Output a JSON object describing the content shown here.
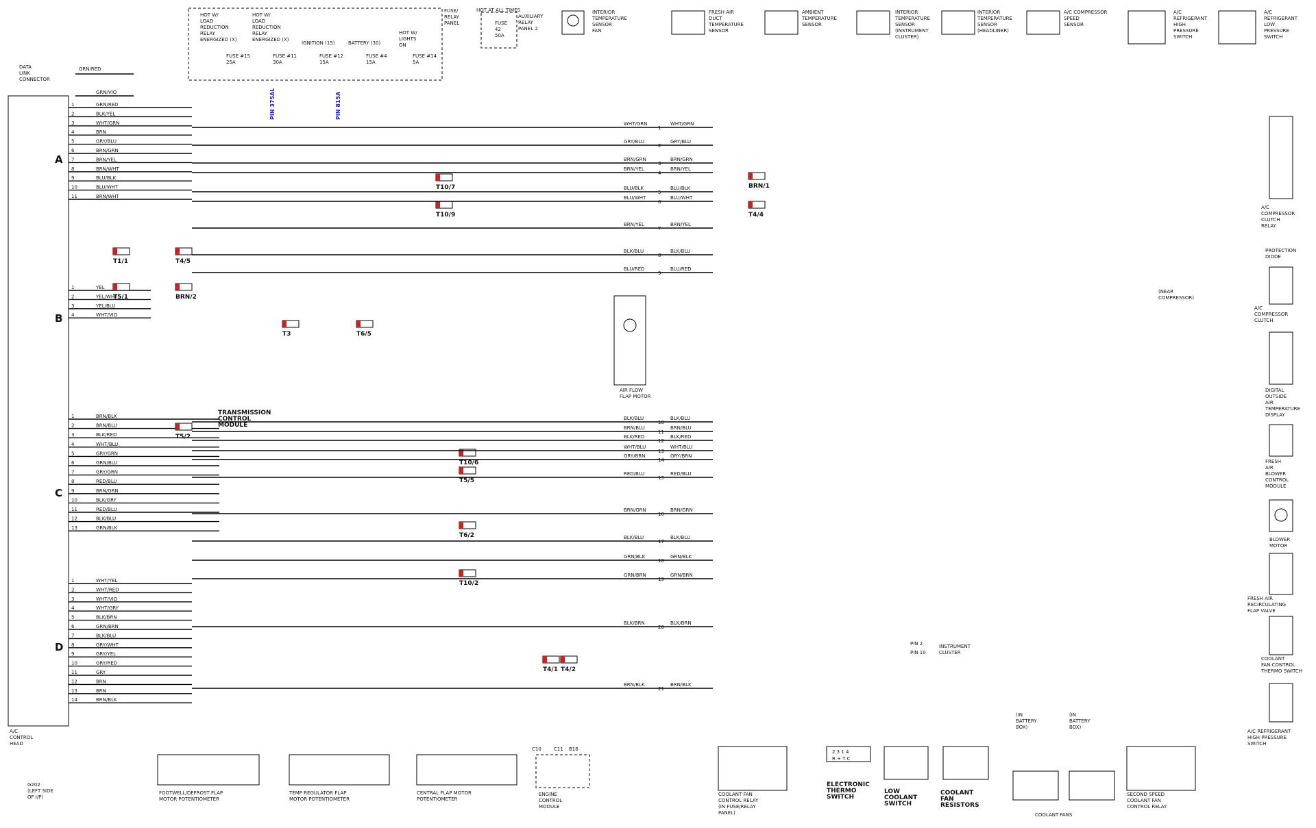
{
  "head": {
    "pins_a": [
      "GRN/RED",
      "BLK/YEL",
      "WHT/GRN",
      "BRN",
      "GRY/BLU",
      "BRN/GRN",
      "BRN/YEL",
      "BRN/WHT",
      "BLU/BLK",
      "BLU/WHT",
      "BRN/WHT"
    ],
    "pins_b": [
      "YEL",
      "YEL/WHT",
      "YEL/BLU",
      "WHT/VIO"
    ],
    "pins_c": [
      "BRN/BLK",
      "BRN/BLU",
      "BLK/RED",
      "WHT/BLU",
      "GRY/GRN",
      "GRN/BLU",
      "GRY/GRN",
      "RED/BLU",
      "BRN/GRN",
      "BLK/GRY",
      "RED/BLU",
      "BLK/BLU",
      "GRN/BLK"
    ],
    "pins_d": [
      "WHT/YEL",
      "WHT/RED",
      "WHT/VIO",
      "WHT/GRY",
      "BLK/BRN",
      "GRN/BRN",
      "BLK/BLU",
      "GRY/WHT",
      "GRY/YEL",
      "GRY/RED",
      "GRY",
      "BRN",
      "BRN",
      "BRN/BLK"
    ]
  },
  "labels": {
    "sec_a": "A",
    "sec_b": "B",
    "sec_c": "C",
    "sec_d": "D",
    "dlc": "DATA\nLINK\nCONNECTOR",
    "dlc_wire": "GRN/RED",
    "head_top": "GRN/VIO",
    "ac_head": "A/C\nCONTROL\nHEAD",
    "fuse_panel": "FUSE/\nRELAY\nPANEL",
    "hot1": "HOT W/\nLOAD\nREDUCTION\nRELAY\nENERGIZED (X)",
    "hot2": "HOT W/\nLOAD\nREDUCTION\nRELAY\nENERGIZED (X)",
    "ign": "IGNITION (15)",
    "bat": "BATTERY (30)",
    "lights": "HOT W/\nLIGHTS\nON",
    "f15": "FUSE #15\n25A",
    "f11": "FUSE #11\n30A",
    "f12": "FUSE #12\n15A",
    "f4": "FUSE #4\n15A",
    "f14": "FUSE #14\n5A",
    "hot_all": "HOT AT ALL TIMES",
    "fuse42": "FUSE\n42\n50A",
    "aux": "AUXILIARY\nRELAY\nPANEL 2",
    "itsf": "INTERIOR\nTEMPERATURE\nSENSOR\nFAN",
    "pin375": "PIN 375AL",
    "pin815": "PIN 815A",
    "fresh_duct": "FRESH AIR\nDUCT\nTEMPERATURE\nSENSOR",
    "ambient": "AMBIENT\nTEMPERATURE\nSENSOR",
    "int_cluster": "INTERIOR\nTEMPERATURE\nSENSOR\n(INSTRUMENT\nCLUSTER)",
    "int_head": "INTERIOR\nTEMPERATURE\nSENSOR\n(HEADLINER)",
    "comp_speed": "A/C COMPRESSOR\nSPEED\nSENSOR",
    "high_sw": "A/C\nREFRIGERANT\nHIGH\nPRESSURE\nSWITCH",
    "low_sw": "A/C\nREFRIGERANT\nLOW\nPRESSURE\nSWITCH",
    "clutch_relay": "A/C\nCOMPRESSOR\nCLUTCH\nRELAY",
    "diode": "PROTECTION\nDIODE",
    "near_comp": "(NEAR\nCOMPRESSOR)",
    "clutch": "A/C\nCOMPRESSOR\nCLUTCH",
    "digital": "DIGITAL\nOUTSIDE\nAIR\nTEMPERATURE\nDISPLAY",
    "blower_mod": "FRESH\nAIR\nBLOWER\nCONTROL\nMODULE",
    "blower": "BLOWER\nMOTOR",
    "recirc": "FRESH AIR\nRECIRCULATING\nFLAP VALVE",
    "fan_thermo": "COOLANT\nFAN CONTROL\nTHERMO SWITCH",
    "high_fan_sw": "A/C REFRIGERANT\nHIGH PRESSURE\nSWITCH",
    "airflow": "AIR FLOW\nFLAP MOTOR",
    "tcm": "TRANSMISSION\nCONTROL\nMODULE",
    "g202_left": "G202\n(LEFT SIDE\nOF I/P)",
    "foot": "FOOTWELL/DEFROST FLAP\nMOTOR POTENTIOMETER",
    "temp_reg": "TEMP REGULATOR FLAP\nMOTOR POTENTIOMETER",
    "central": "CENTRAL FLAP MOTOR\nPOTENTIOMETER",
    "ecm": "ENGINE\nCONTROL\nMODULE",
    "fan_relay": "COOLANT FAN\nCONTROL RELAY\n(IN FUSE/RELAY\nPANEL)",
    "eth": "ELECTRONIC\nTHERMO\nSWITCH",
    "lcs": "LOW\nCOOLANT\nSWITCH",
    "cfr": "COOLANT\nFAN\nRESISTORS",
    "fans": "COOLANT FANS",
    "in_batt": "(IN\nBATTERY\nBOX)",
    "second": "SECOND SPEED\nCOOLANT FAN\nCONTROL RELAY",
    "pin2": "PIN 2",
    "pin10": "PIN 10",
    "cluster": "INSTRUMENT\nCLUSTER",
    "eth_pins": "2  3  1  4",
    "eth_pins2": "R  +  T  C",
    "c10": "C10",
    "c11": "C11",
    "b16": "B16"
  },
  "connectors": [
    "T10/7",
    "T10/9",
    "BRN/1",
    "T4/4",
    "T1/1",
    "T4/5",
    "T5/1",
    "BRN/2",
    "T3",
    "T6/5",
    "T5/2",
    "T10/6",
    "T5/5",
    "T6/2",
    "T10/2",
    "T4/1",
    "T4/2"
  ],
  "wires_right": [
    {
      "n": "1",
      "c": "WHT/GRN"
    },
    {
      "n": "2",
      "c": "GRY/BLU"
    },
    {
      "n": "3",
      "c": "BRN/GRN"
    },
    {
      "n": "4",
      "c": "BRN/YEL"
    },
    {
      "n": "5",
      "c": "BLU/BLK"
    },
    {
      "n": "6",
      "c": "BLU/WHT"
    },
    {
      "n": "7",
      "c": "BRN/YEL"
    },
    {
      "n": "8",
      "c": "BLK/BLU"
    },
    {
      "n": "9",
      "c": "BLU/RED"
    },
    {
      "n": "10",
      "c": "BLK/BLU"
    },
    {
      "n": "11",
      "c": "BRN/BLU"
    },
    {
      "n": "12",
      "c": "BLK/RED"
    },
    {
      "n": "13",
      "c": "WHT/BLU"
    },
    {
      "n": "14",
      "c": "GRY/BRN"
    },
    {
      "n": "15",
      "c": "RED/BLU"
    },
    {
      "n": "16",
      "c": "BRN/GRN"
    },
    {
      "n": "17",
      "c": "BLK/BLU"
    },
    {
      "n": "18",
      "c": "GRN/BLK"
    },
    {
      "n": "19",
      "c": "GRN/BRN"
    },
    {
      "n": "20",
      "c": "BLK/BRN"
    },
    {
      "n": "21",
      "c": "BRN/BLK"
    }
  ],
  "colors": {
    "wire": "#000000",
    "conn_red": "#cc2222",
    "conn_brown": "#b07a3a",
    "accent_blue": "#1a1acc"
  }
}
